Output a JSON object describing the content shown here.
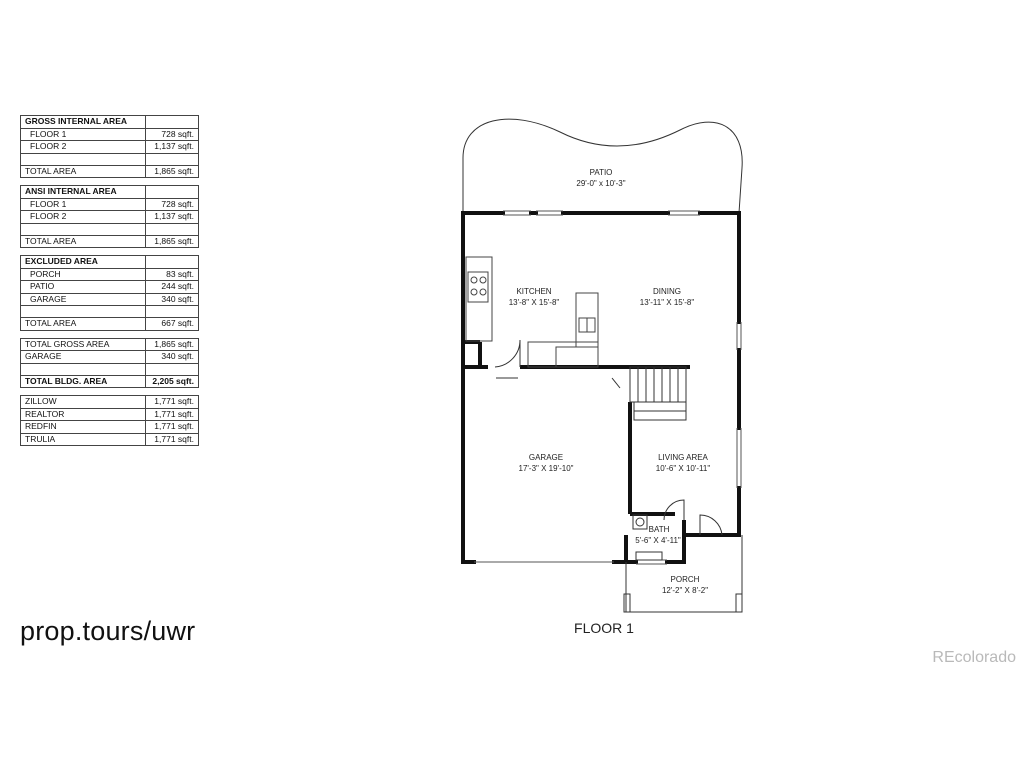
{
  "tables": [
    {
      "header": "GROSS INTERNAL AREA",
      "rows": [
        {
          "label": "FLOOR 1",
          "value": "728 sqft."
        },
        {
          "label": "FLOOR 2",
          "value": "1,137 sqft."
        },
        {
          "label": "",
          "value": ""
        },
        {
          "label": "TOTAL AREA",
          "value": "1,865 sqft."
        }
      ]
    },
    {
      "header": "ANSI INTERNAL AREA",
      "rows": [
        {
          "label": "FLOOR 1",
          "value": "728 sqft."
        },
        {
          "label": "FLOOR 2",
          "value": "1,137 sqft."
        },
        {
          "label": "",
          "value": ""
        },
        {
          "label": "TOTAL AREA",
          "value": "1,865 sqft."
        }
      ]
    },
    {
      "header": "EXCLUDED AREA",
      "rows": [
        {
          "label": "PORCH",
          "value": "83 sqft."
        },
        {
          "label": "PATIO",
          "value": "244 sqft."
        },
        {
          "label": "GARAGE",
          "value": "340 sqft."
        },
        {
          "label": "",
          "value": ""
        },
        {
          "label": "TOTAL AREA",
          "value": "667 sqft."
        }
      ]
    },
    {
      "header": "",
      "rows": [
        {
          "label": "TOTAL GROSS AREA",
          "value": "1,865 sqft."
        },
        {
          "label": "GARAGE",
          "value": "340 sqft."
        },
        {
          "label": "",
          "value": ""
        },
        {
          "label": "TOTAL BLDG. AREA",
          "value": "2,205 sqft."
        }
      ]
    },
    {
      "header": "",
      "rows": [
        {
          "label": "ZILLOW",
          "value": "1,771 sqft."
        },
        {
          "label": "REALTOR",
          "value": "1,771 sqft."
        },
        {
          "label": "REDFIN",
          "value": "1,771 sqft."
        },
        {
          "label": "TRULIA",
          "value": "1,771 sqft."
        }
      ]
    }
  ],
  "tour_link": "prop.tours/uwr",
  "watermark": "REcolorado",
  "floor_label": "FLOOR 1",
  "rooms": {
    "patio": {
      "name": "PATIO",
      "dims": "29'-0\" x 10'-3\""
    },
    "kitchen": {
      "name": "KITCHEN",
      "dims": "13'-8\" X 15'-8\""
    },
    "dining": {
      "name": "DINING",
      "dims": "13'-11\" X 15'-8\""
    },
    "garage": {
      "name": "GARAGE",
      "dims": "17'-3\" X 19'-10\""
    },
    "living": {
      "name": "LIVING AREA",
      "dims": "10'-6\" X 10'-11\""
    },
    "bath": {
      "name": "BATH",
      "dims": "5'-6\" X 4'-11\""
    },
    "porch": {
      "name": "PORCH",
      "dims": "12'-2\" X 8'-2\""
    }
  },
  "colors": {
    "wall": "#111111",
    "watermark": "#b9b9b9"
  }
}
